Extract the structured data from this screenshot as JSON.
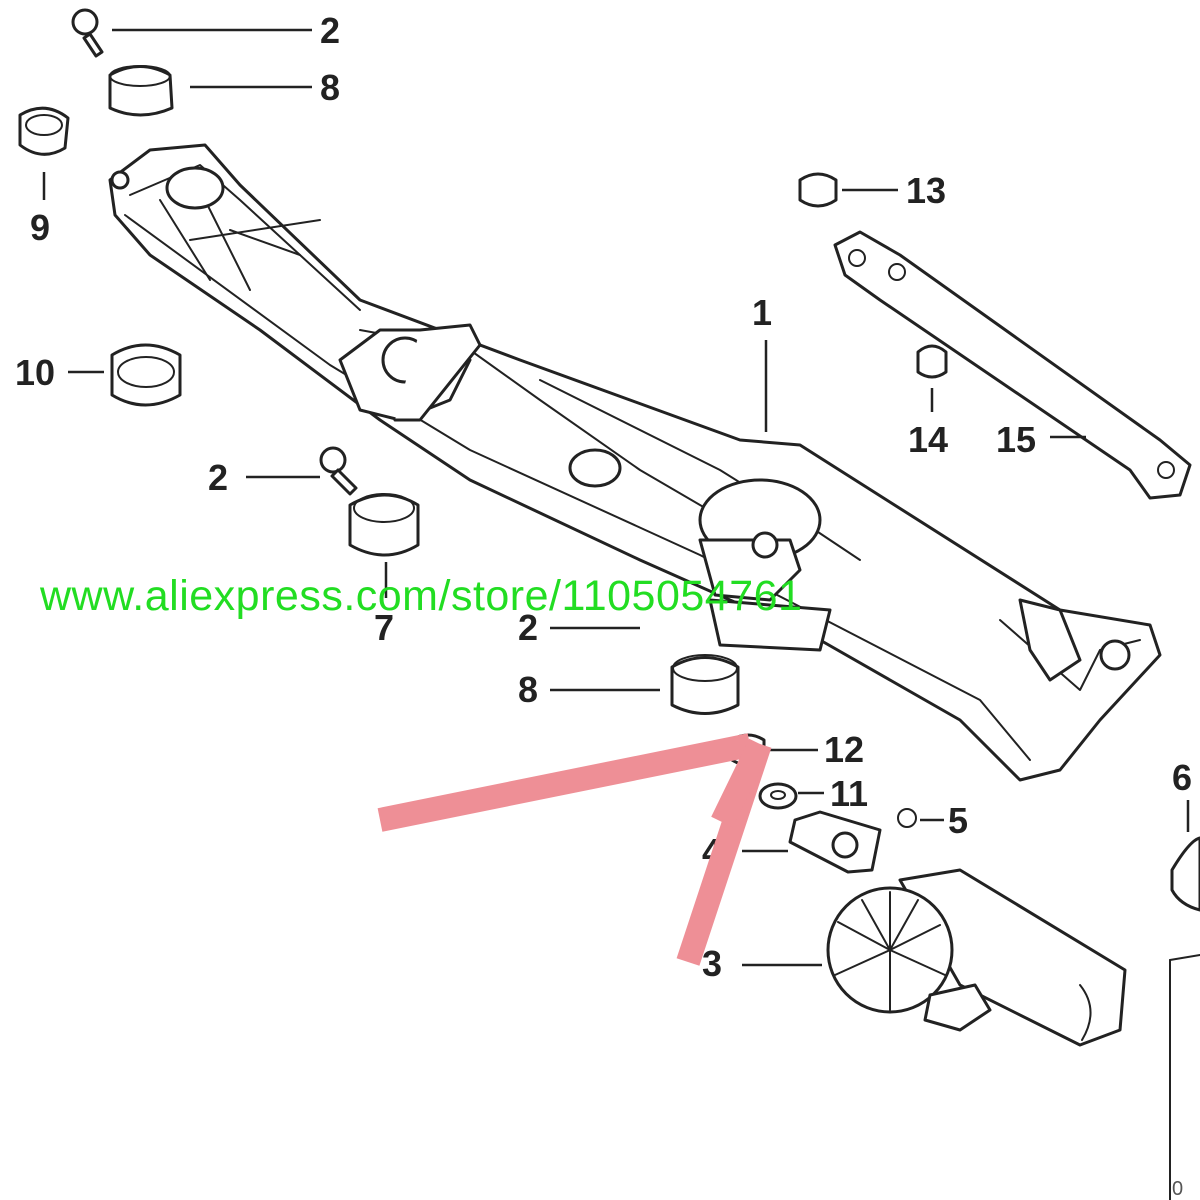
{
  "callouts": [
    {
      "id": "c2a",
      "label": "2"
    },
    {
      "id": "c8a",
      "label": "8"
    },
    {
      "id": "c9",
      "label": "9"
    },
    {
      "id": "c13",
      "label": "13"
    },
    {
      "id": "c1",
      "label": "1"
    },
    {
      "id": "c10",
      "label": "10"
    },
    {
      "id": "c14",
      "label": "14"
    },
    {
      "id": "c15",
      "label": "15"
    },
    {
      "id": "c2b",
      "label": "2"
    },
    {
      "id": "c7",
      "label": "7"
    },
    {
      "id": "c2c",
      "label": "2"
    },
    {
      "id": "c8b",
      "label": "8"
    },
    {
      "id": "c12",
      "label": "12"
    },
    {
      "id": "c11",
      "label": "11"
    },
    {
      "id": "c6",
      "label": "6"
    },
    {
      "id": "c5",
      "label": "5"
    },
    {
      "id": "c4",
      "label": "4"
    },
    {
      "id": "c3",
      "label": "3"
    }
  ],
  "watermark": {
    "text": "www.aliexpress.com/store/1105054761",
    "color": "#22dd22"
  },
  "corner_text": "0",
  "arrow_color": "#ee8f96"
}
